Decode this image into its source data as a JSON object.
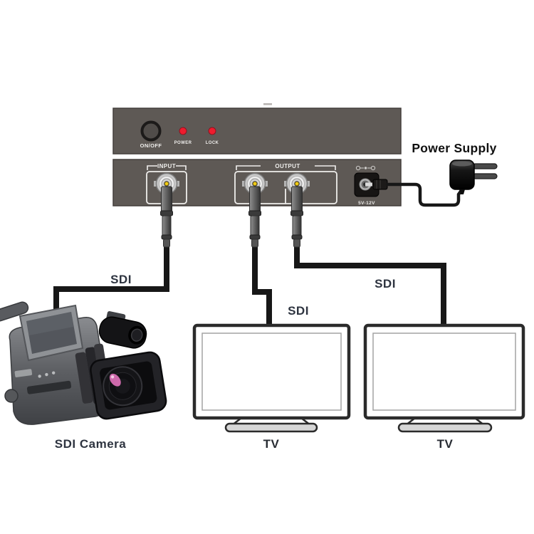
{
  "splitter": {
    "panel_color": "#5e5955",
    "front_panel": {
      "power_button_label": "ON/OFF",
      "power_led_label": "POWER",
      "lock_led_label": "LOCK",
      "led_color": "#ee1c2e"
    },
    "rear_panel": {
      "input_label": "INPUT",
      "output_label": "OUTPUT",
      "dc_jack_label": "5V-12V",
      "bnc_pin_color": "#f0cc14"
    }
  },
  "power_supply": {
    "label": "Power Supply"
  },
  "cables": {
    "color": "#171717",
    "camera_to_input_label": "SDI",
    "output1_to_tv1_label": "SDI",
    "output2_to_tv2_label": "SDI"
  },
  "endpoints": {
    "camera_label": "SDI Camera",
    "tv1_label": "TV",
    "tv2_label": "TV"
  }
}
